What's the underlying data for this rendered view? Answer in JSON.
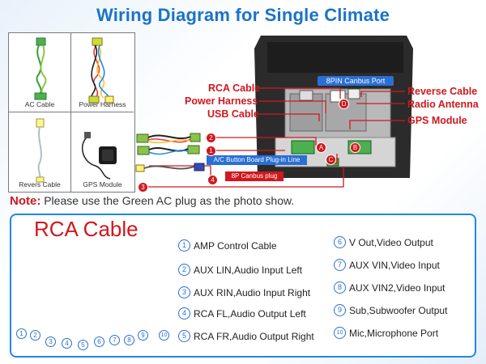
{
  "title": "Wiring Diagram for Single Climate",
  "thumbnails": [
    {
      "caption": "AC Cable"
    },
    {
      "caption": "Power Harness"
    },
    {
      "caption": "Revers Cable"
    },
    {
      "caption": "GPS Module"
    }
  ],
  "labels": {
    "rca_cable": "RCA Cable",
    "power_harness": "Power Harness",
    "usb_cable": "USB Cable",
    "reverse_cable": "Reverse Cable",
    "radio_antenna": "Radio Antenna",
    "gps_module": "GPS Module",
    "canbus_port": "8PIN Canbus Port",
    "ac_plug_line": "A/C Button Board Plug-in Line",
    "canbus_plug": "8P Canbus plug"
  },
  "markers": {
    "a": "A",
    "b": "B",
    "c": "C",
    "d": "D",
    "n1": "1",
    "n2": "2",
    "n3": "3",
    "n4": "4"
  },
  "note": {
    "prefix": "Note:",
    "text": "Please use the Green AC plug as the photo show."
  },
  "rca": {
    "title": "RCA Cable",
    "items": [
      {
        "num": "1",
        "text": "AMP Control Cable"
      },
      {
        "num": "2",
        "text": "AUX LIN,Audio Input Left"
      },
      {
        "num": "3",
        "text": "AUX RIN,Audio Input Right"
      },
      {
        "num": "4",
        "text": "RCA FL,Audio Output Left"
      },
      {
        "num": "5",
        "text": "RCA FR,Audio Output Right"
      },
      {
        "num": "6",
        "text": "V Out,Video Output"
      },
      {
        "num": "7",
        "text": "AUX VIN,Video Input"
      },
      {
        "num": "8",
        "text": "AUX VIN2,Video Input"
      },
      {
        "num": "9",
        "text": "Sub,Subwoofer Output"
      },
      {
        "num": "10",
        "text": "Mic,Microphone Port"
      }
    ]
  },
  "colors": {
    "title_blue": "#1a73c9",
    "label_red": "#d0181e",
    "accent_blue": "#2a6fd4",
    "panel_border": "#1e88e5"
  }
}
